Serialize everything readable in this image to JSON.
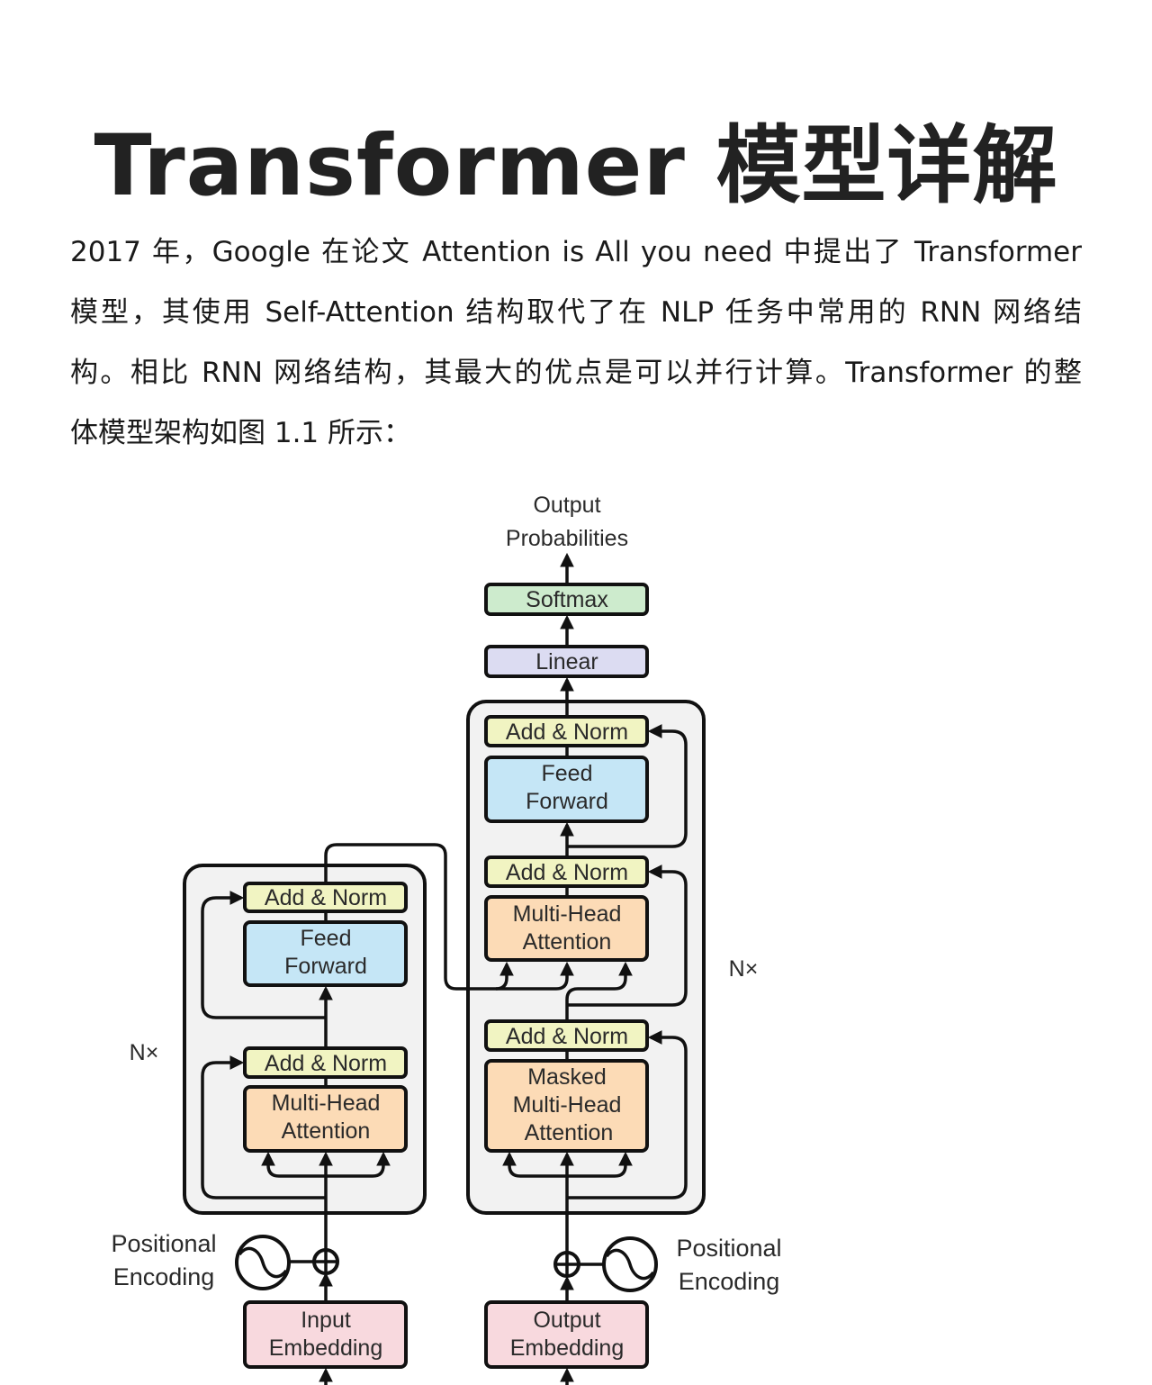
{
  "title": "Transformer  模型详解",
  "paragraph_lines": [
    "2017 年，Google 在论文 Attention is All you need 中提出了 Transformer",
    "模型，其使用 Self-Attention 结构取代了在 NLP 任务中常用的 RNN 网络结",
    "构。相比 RNN 网络结构，其最大的优点是可以并行计算。Transformer 的整",
    "体模型架构如图 1.1 所示："
  ],
  "diagram": {
    "output_probabilities": [
      "Output",
      "Probabilities"
    ],
    "softmax": "Softmax",
    "linear": "Linear",
    "add_norm": "Add & Norm",
    "feed_forward": [
      "Feed",
      "Forward"
    ],
    "multi_head_attention": [
      "Multi-Head",
      "Attention"
    ],
    "masked_multi_head_attention": [
      "Masked",
      "Multi-Head",
      "Attention"
    ],
    "nx": "N×",
    "positional_encoding": [
      "Positional",
      "Encoding"
    ],
    "input_embedding": [
      "Input",
      "Embedding"
    ],
    "output_embedding": [
      "Output",
      "Embedding"
    ],
    "colors": {
      "softmax": "#cdebcd",
      "linear": "#dcdcf2",
      "add_norm": "#f1f4c2",
      "feed_forward": "#c5e6f6",
      "attention": "#fcdbb6",
      "embedding": "#f8d9de",
      "block_bg": "#f2f2f2"
    }
  }
}
